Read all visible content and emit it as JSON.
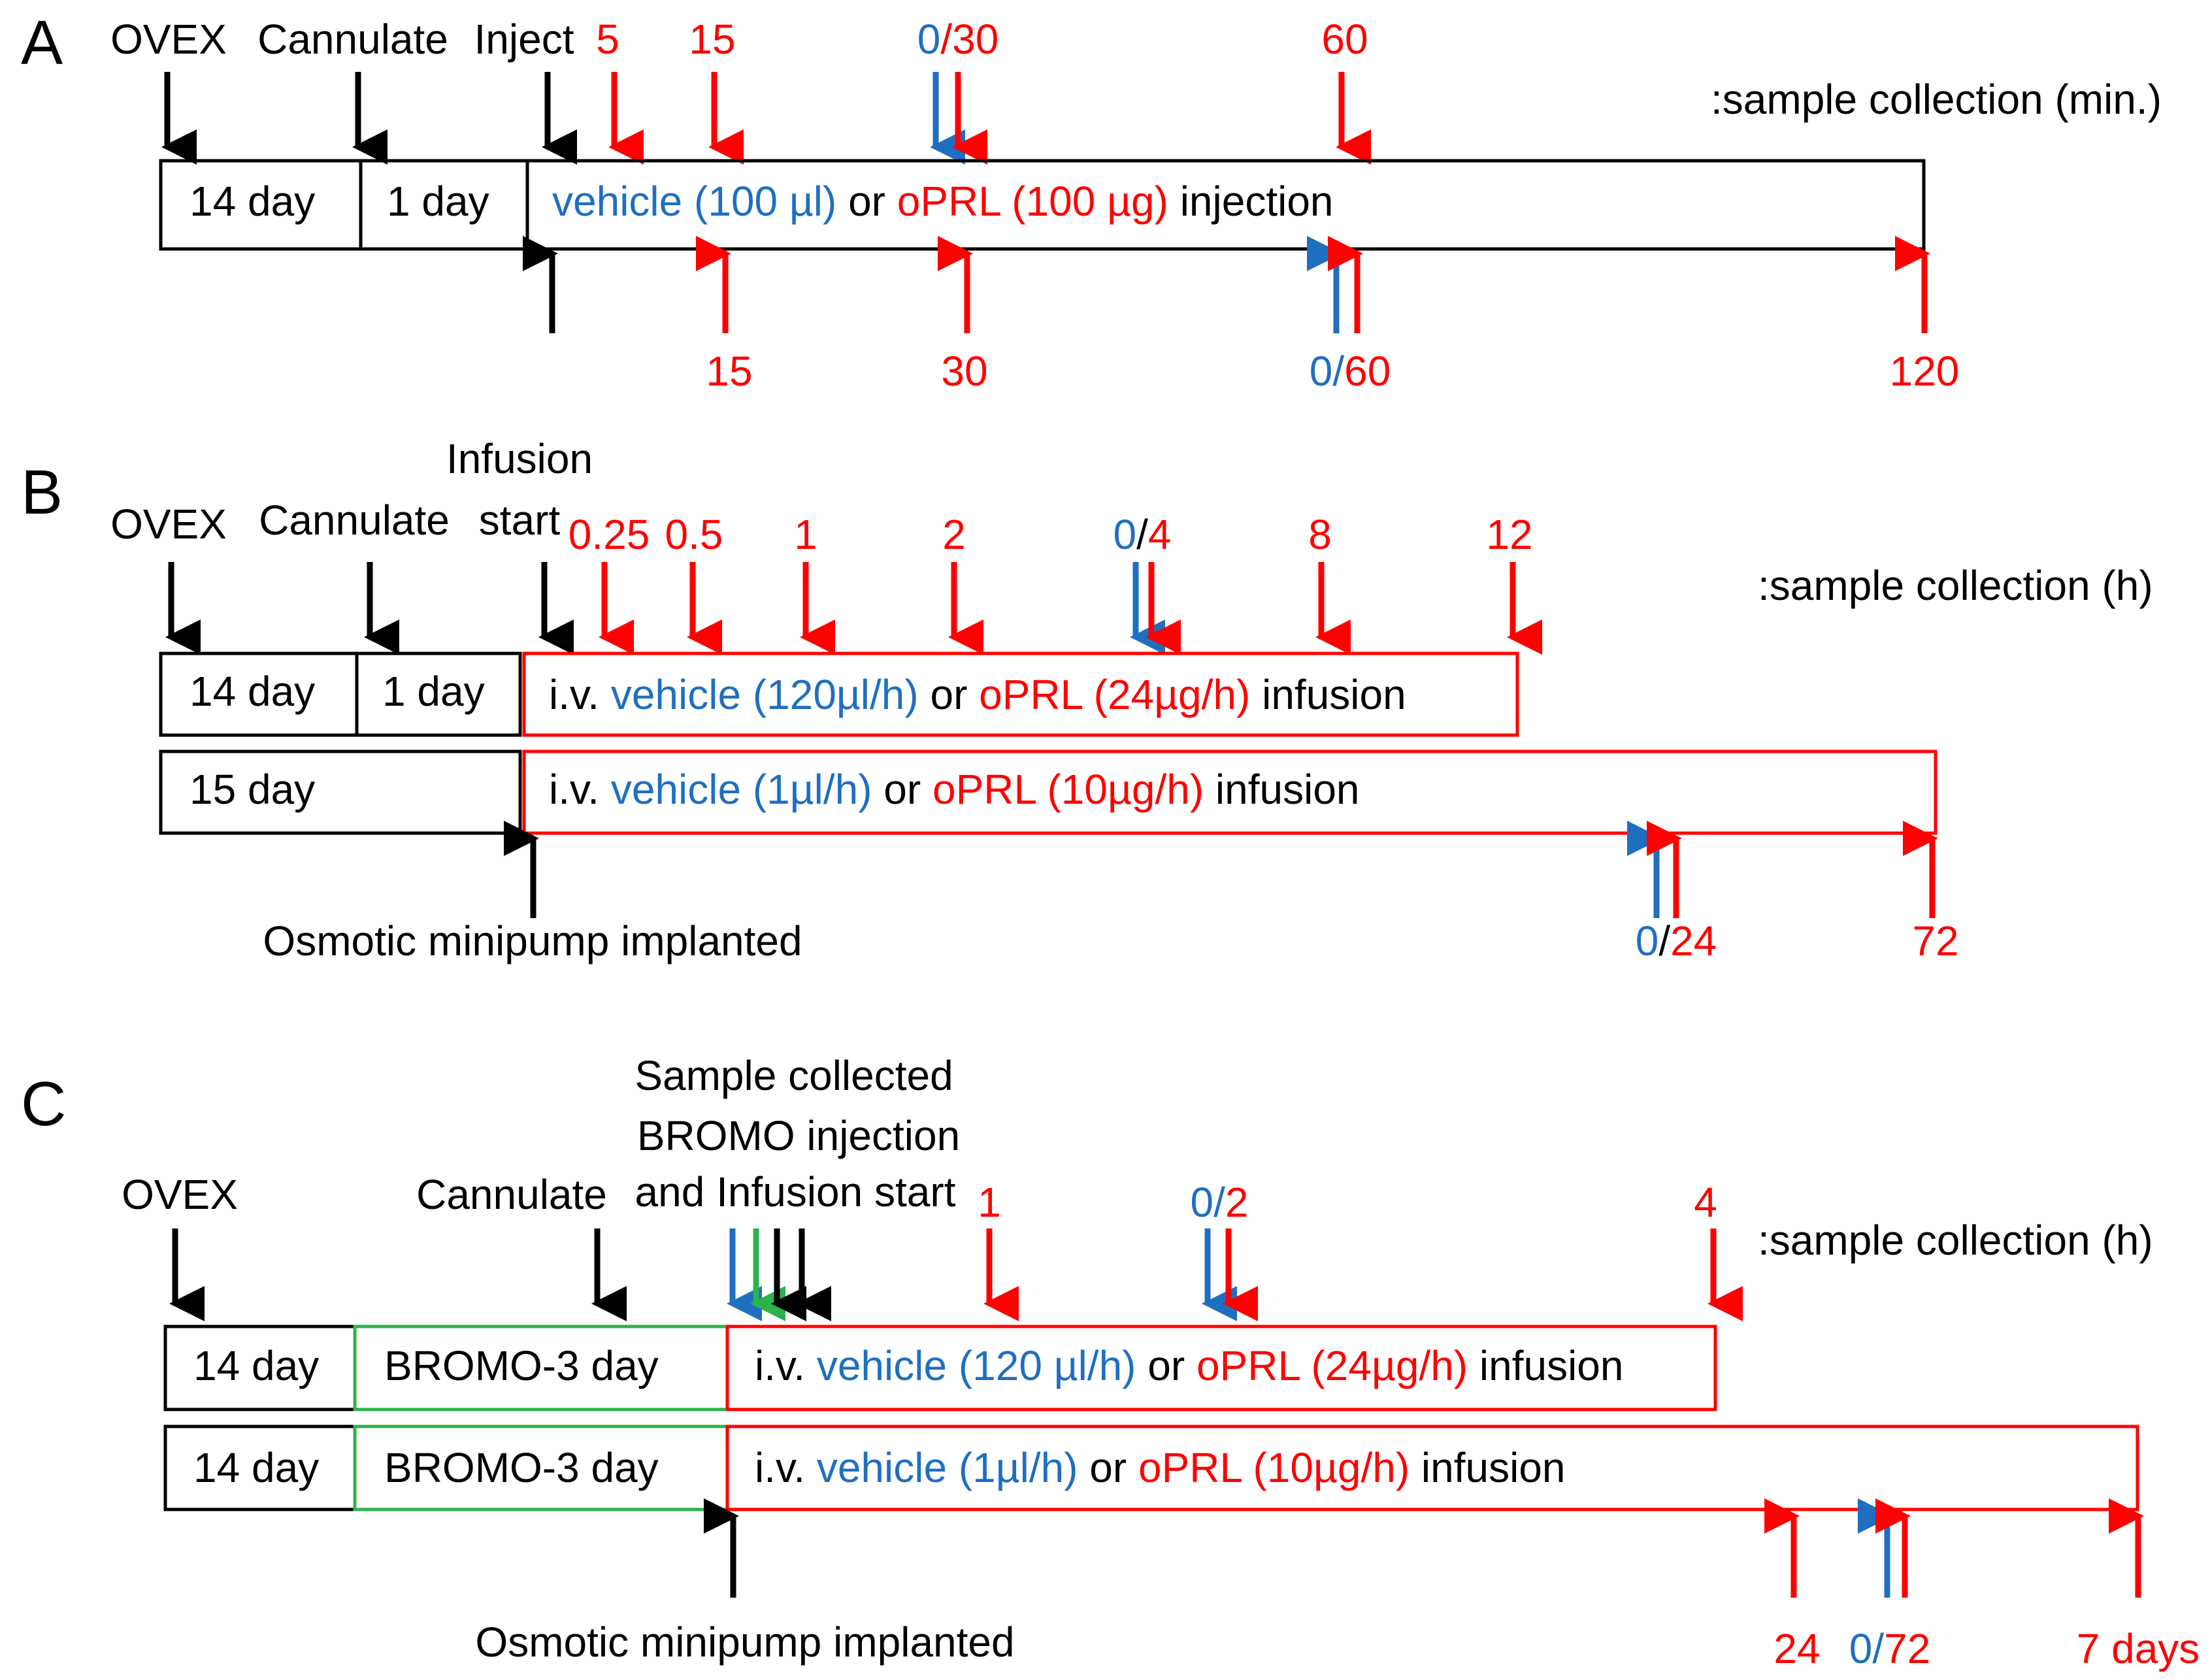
{
  "colors": {
    "black": "#000000",
    "red": "#ff0000",
    "blue": "#1f6fc1",
    "green": "#2db34a"
  },
  "panelA": {
    "letter": "A",
    "events": {
      "ovex": "OVEX",
      "cannulate": "Cannulate",
      "inject": "Inject"
    },
    "legend": ":sample collection (min.)",
    "box1": "14 day",
    "box2": "1 day",
    "desc": [
      {
        "t": "vehicle (100 µl)",
        "c": "blue"
      },
      {
        "t": " or ",
        "c": "black"
      },
      {
        "t": "oPRL (100 µg)",
        "c": "red"
      },
      {
        "t": " injection",
        "c": "black"
      }
    ],
    "top_times": [
      {
        "parts": [
          {
            "t": "5",
            "c": "red"
          }
        ]
      },
      {
        "parts": [
          {
            "t": "15",
            "c": "red"
          }
        ]
      },
      {
        "parts": [
          {
            "t": "0",
            "c": "blue"
          },
          {
            "t": "/30",
            "c": "red"
          }
        ]
      },
      {
        "parts": [
          {
            "t": "60",
            "c": "red"
          }
        ]
      }
    ],
    "bottom_times": [
      {
        "parts": [
          {
            "t": "15",
            "c": "red"
          }
        ]
      },
      {
        "parts": [
          {
            "t": "30",
            "c": "red"
          }
        ]
      },
      {
        "parts": [
          {
            "t": "0/",
            "c": "blue"
          },
          {
            "t": "60",
            "c": "red"
          }
        ]
      },
      {
        "parts": [
          {
            "t": "120",
            "c": "red"
          }
        ]
      }
    ]
  },
  "panelB": {
    "letter": "B",
    "events": {
      "ovex": "OVEX",
      "cannulate": "Cannulate",
      "infusion1": "Infusion",
      "infusion2": "start"
    },
    "legend": ":sample collection (h)",
    "row1": {
      "box1": "14 day",
      "box2": "1 day",
      "desc": [
        {
          "t": "i.v. ",
          "c": "black"
        },
        {
          "t": "vehicle (120µl/h)",
          "c": "blue"
        },
        {
          "t": " or ",
          "c": "black"
        },
        {
          "t": "oPRL (24µg/h)",
          "c": "red"
        },
        {
          "t": " infusion",
          "c": "black"
        }
      ]
    },
    "row2": {
      "box1": "15 day",
      "desc": [
        {
          "t": "i.v. ",
          "c": "black"
        },
        {
          "t": "vehicle (1µl/h)",
          "c": "blue"
        },
        {
          "t": " or ",
          "c": "black"
        },
        {
          "t": "oPRL (10µg/h)",
          "c": "red"
        },
        {
          "t": " infusion",
          "c": "black"
        }
      ]
    },
    "top_times": [
      {
        "parts": [
          {
            "t": "0.25",
            "c": "red"
          }
        ]
      },
      {
        "parts": [
          {
            "t": "0.5",
            "c": "red"
          }
        ]
      },
      {
        "parts": [
          {
            "t": "1",
            "c": "red"
          }
        ]
      },
      {
        "parts": [
          {
            "t": "2",
            "c": "red"
          }
        ]
      },
      {
        "parts": [
          {
            "t": "0",
            "c": "blue"
          },
          {
            "t": "/",
            "c": "black"
          },
          {
            "t": "4",
            "c": "red"
          }
        ]
      },
      {
        "parts": [
          {
            "t": "8",
            "c": "red"
          }
        ]
      },
      {
        "parts": [
          {
            "t": "12",
            "c": "red"
          }
        ]
      }
    ],
    "bottom_times": [
      {
        "parts": [
          {
            "t": "0",
            "c": "blue"
          },
          {
            "t": "/",
            "c": "black"
          },
          {
            "t": "24",
            "c": "red"
          }
        ]
      },
      {
        "parts": [
          {
            "t": "72",
            "c": "red"
          }
        ]
      }
    ],
    "pump": "Osmotic minipump implanted"
  },
  "panelC": {
    "letter": "C",
    "events": {
      "ovex": "OVEX",
      "cannulate": "Cannulate",
      "sample1": "Sample collected",
      "sample2": "BROMO injection",
      "sample3": "and Infusion start"
    },
    "legend": ":sample collection (h)",
    "row1": {
      "box1": "14 day",
      "box2": "BROMO-3 day",
      "desc": [
        {
          "t": "i.v. ",
          "c": "black"
        },
        {
          "t": "vehicle (120 µl/h)",
          "c": "blue"
        },
        {
          "t": " or ",
          "c": "black"
        },
        {
          "t": "oPRL (24µg/h)",
          "c": "red"
        },
        {
          "t": " infusion",
          "c": "black"
        }
      ]
    },
    "row2": {
      "box1": "14 day",
      "box2": "BROMO-3 day",
      "desc": [
        {
          "t": "i.v. ",
          "c": "black"
        },
        {
          "t": "vehicle (1µl/h)",
          "c": "blue"
        },
        {
          "t": " or ",
          "c": "black"
        },
        {
          "t": "oPRL (10µg/h)",
          "c": "red"
        },
        {
          "t": " infusion",
          "c": "black"
        }
      ]
    },
    "top_times": [
      {
        "parts": [
          {
            "t": "1",
            "c": "red"
          }
        ]
      },
      {
        "parts": [
          {
            "t": "0/",
            "c": "blue"
          },
          {
            "t": "2",
            "c": "red"
          }
        ]
      },
      {
        "parts": [
          {
            "t": "4",
            "c": "red"
          }
        ]
      }
    ],
    "bottom_times": [
      {
        "parts": [
          {
            "t": "24",
            "c": "red"
          }
        ]
      },
      {
        "parts": [
          {
            "t": "0/",
            "c": "blue"
          },
          {
            "t": "72",
            "c": "red"
          }
        ]
      },
      {
        "parts": [
          {
            "t": "7 days",
            "c": "red"
          }
        ]
      }
    ],
    "pump": "Osmotic minipump implanted"
  }
}
